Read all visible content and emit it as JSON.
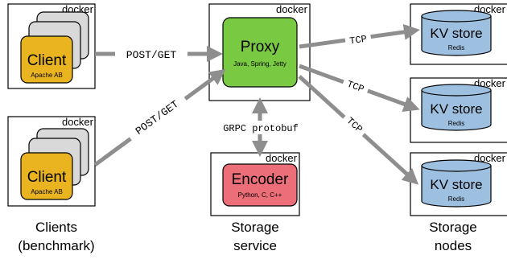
{
  "docker_label": "docker",
  "clients": [
    {
      "title": "Client",
      "subtitle": "Apache AB"
    },
    {
      "title": "Client",
      "subtitle": "Apache AB"
    }
  ],
  "proxy": {
    "title": "Proxy",
    "subtitle": "Java, Spring, Jetty"
  },
  "encoder": {
    "title": "Encoder",
    "subtitle": "Python, C, C++"
  },
  "kv_stores": [
    {
      "title": "KV store",
      "subtitle": "Redis"
    },
    {
      "title": "KV store",
      "subtitle": "Redis"
    },
    {
      "title": "KV store",
      "subtitle": "Redis"
    }
  ],
  "edges": {
    "client1_proxy": "POST/GET",
    "client2_proxy": "POST/GET",
    "proxy_encoder": "GRPC protobuf",
    "proxy_kv1": "TCP",
    "proxy_kv2": "TCP",
    "proxy_kv3": "TCP"
  },
  "captions": {
    "clients": [
      "Clients",
      "(benchmark)"
    ],
    "storage_service": [
      "Storage",
      "service"
    ],
    "storage_nodes": [
      "Storage",
      "nodes"
    ]
  },
  "colors": {
    "client_fill": "#E9B41F",
    "proxy_fill": "#7AC943",
    "encoder_fill": "#EC6E79",
    "kv_fill": "#9DBFE0",
    "stack_fill": "#D9D9D9",
    "arrow": "#8E8E8E"
  }
}
